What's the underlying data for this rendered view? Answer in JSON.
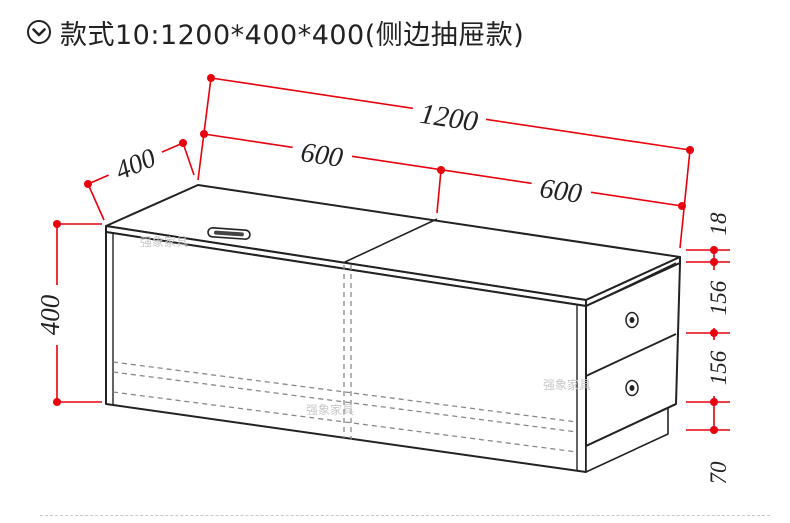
{
  "header": {
    "icon": "chevron-down-circle-icon",
    "title": "款式10:1200*400*400(侧边抽屉款)"
  },
  "dimensions": {
    "total_width": "1200",
    "left_half": "600",
    "right_half": "600",
    "depth": "400",
    "height": "400",
    "top_board": "18",
    "drawer_upper": "156",
    "drawer_lower": "156",
    "base": "70"
  },
  "watermark": "强象家具",
  "colors": {
    "dimension": "#e8000d",
    "outline": "#222222",
    "hidden_line": "#888888"
  }
}
